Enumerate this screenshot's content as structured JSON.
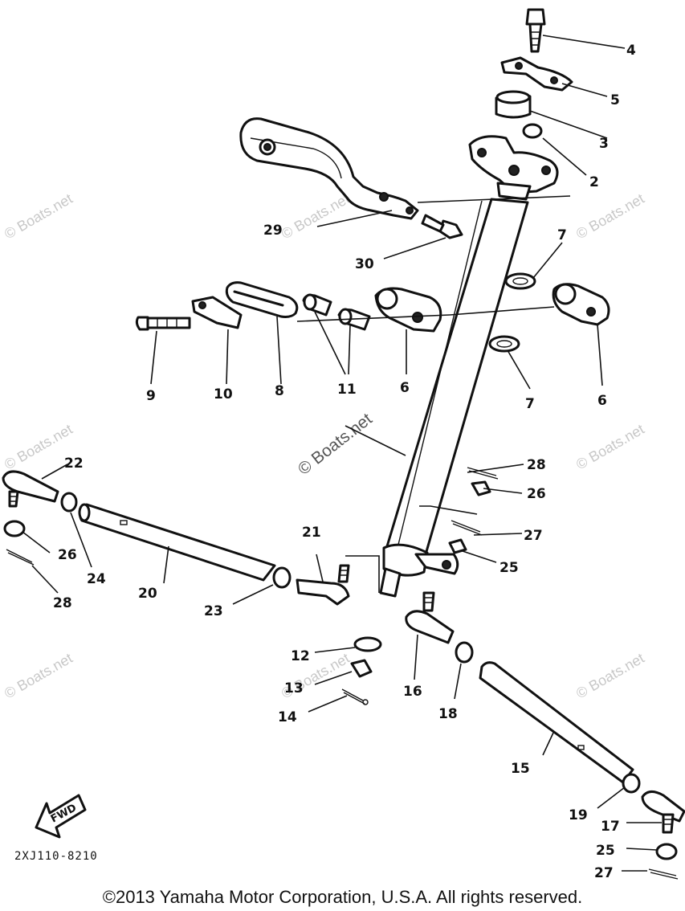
{
  "watermark": "© Boats.net",
  "diagram_code": "2XJ110-8210",
  "fwd_label": "FWD",
  "copyright": "©2013 Yamaha Motor Corporation, U.S.A. All rights reserved.",
  "callouts": [
    "4",
    "5",
    "3",
    "2",
    "29",
    "30",
    "7",
    "9",
    "10",
    "8",
    "11",
    "6",
    "6",
    "7",
    "22",
    "28",
    "26",
    "26",
    "24",
    "20",
    "28",
    "21",
    "27",
    "25",
    "23",
    "12",
    "13",
    "14",
    "16",
    "18",
    "15",
    "19",
    "17",
    "25",
    "27"
  ]
}
